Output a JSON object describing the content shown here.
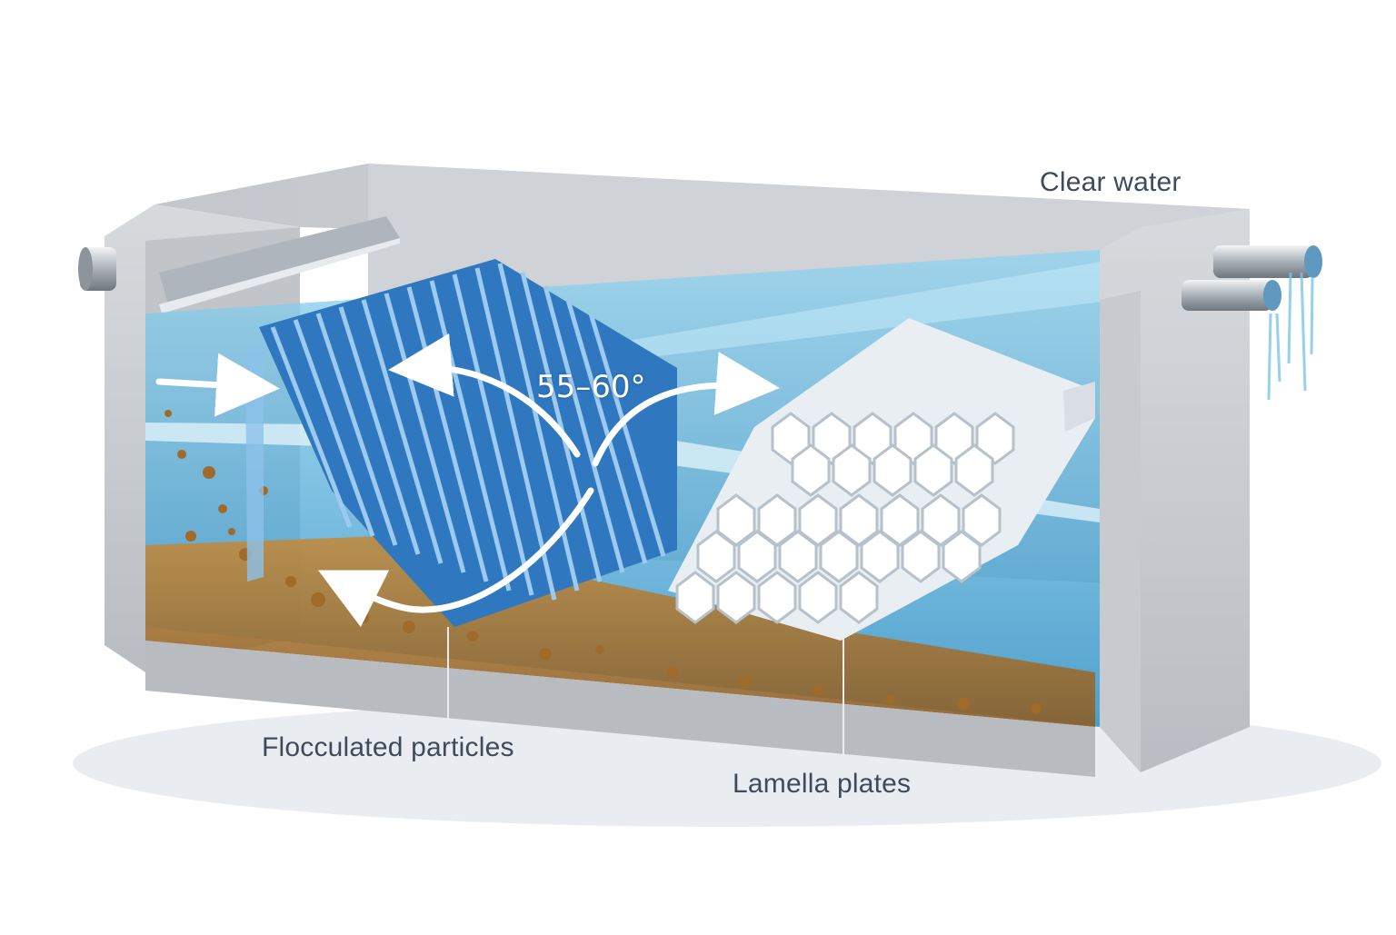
{
  "labels": {
    "clear_water": "Clear water",
    "angle": "55–60°",
    "flocculated_particles": "Flocculated particles",
    "lamella_plates": "Lamella plates"
  },
  "colors": {
    "concrete": "#c9ccd0",
    "concrete_dark": "#a9adb3",
    "water": "#4fb3e0",
    "water_light": "#bfe6f6",
    "plates_blue": "#3f86c9",
    "hex_plates": "#e8edf1",
    "sediment": "#b07a34",
    "label_text": "#3f4a5a"
  },
  "icons": {
    "inlet": "inlet-pipe-icon",
    "outlet": "outlet-pipe-icon",
    "flow": "flow-arrow-icon"
  }
}
